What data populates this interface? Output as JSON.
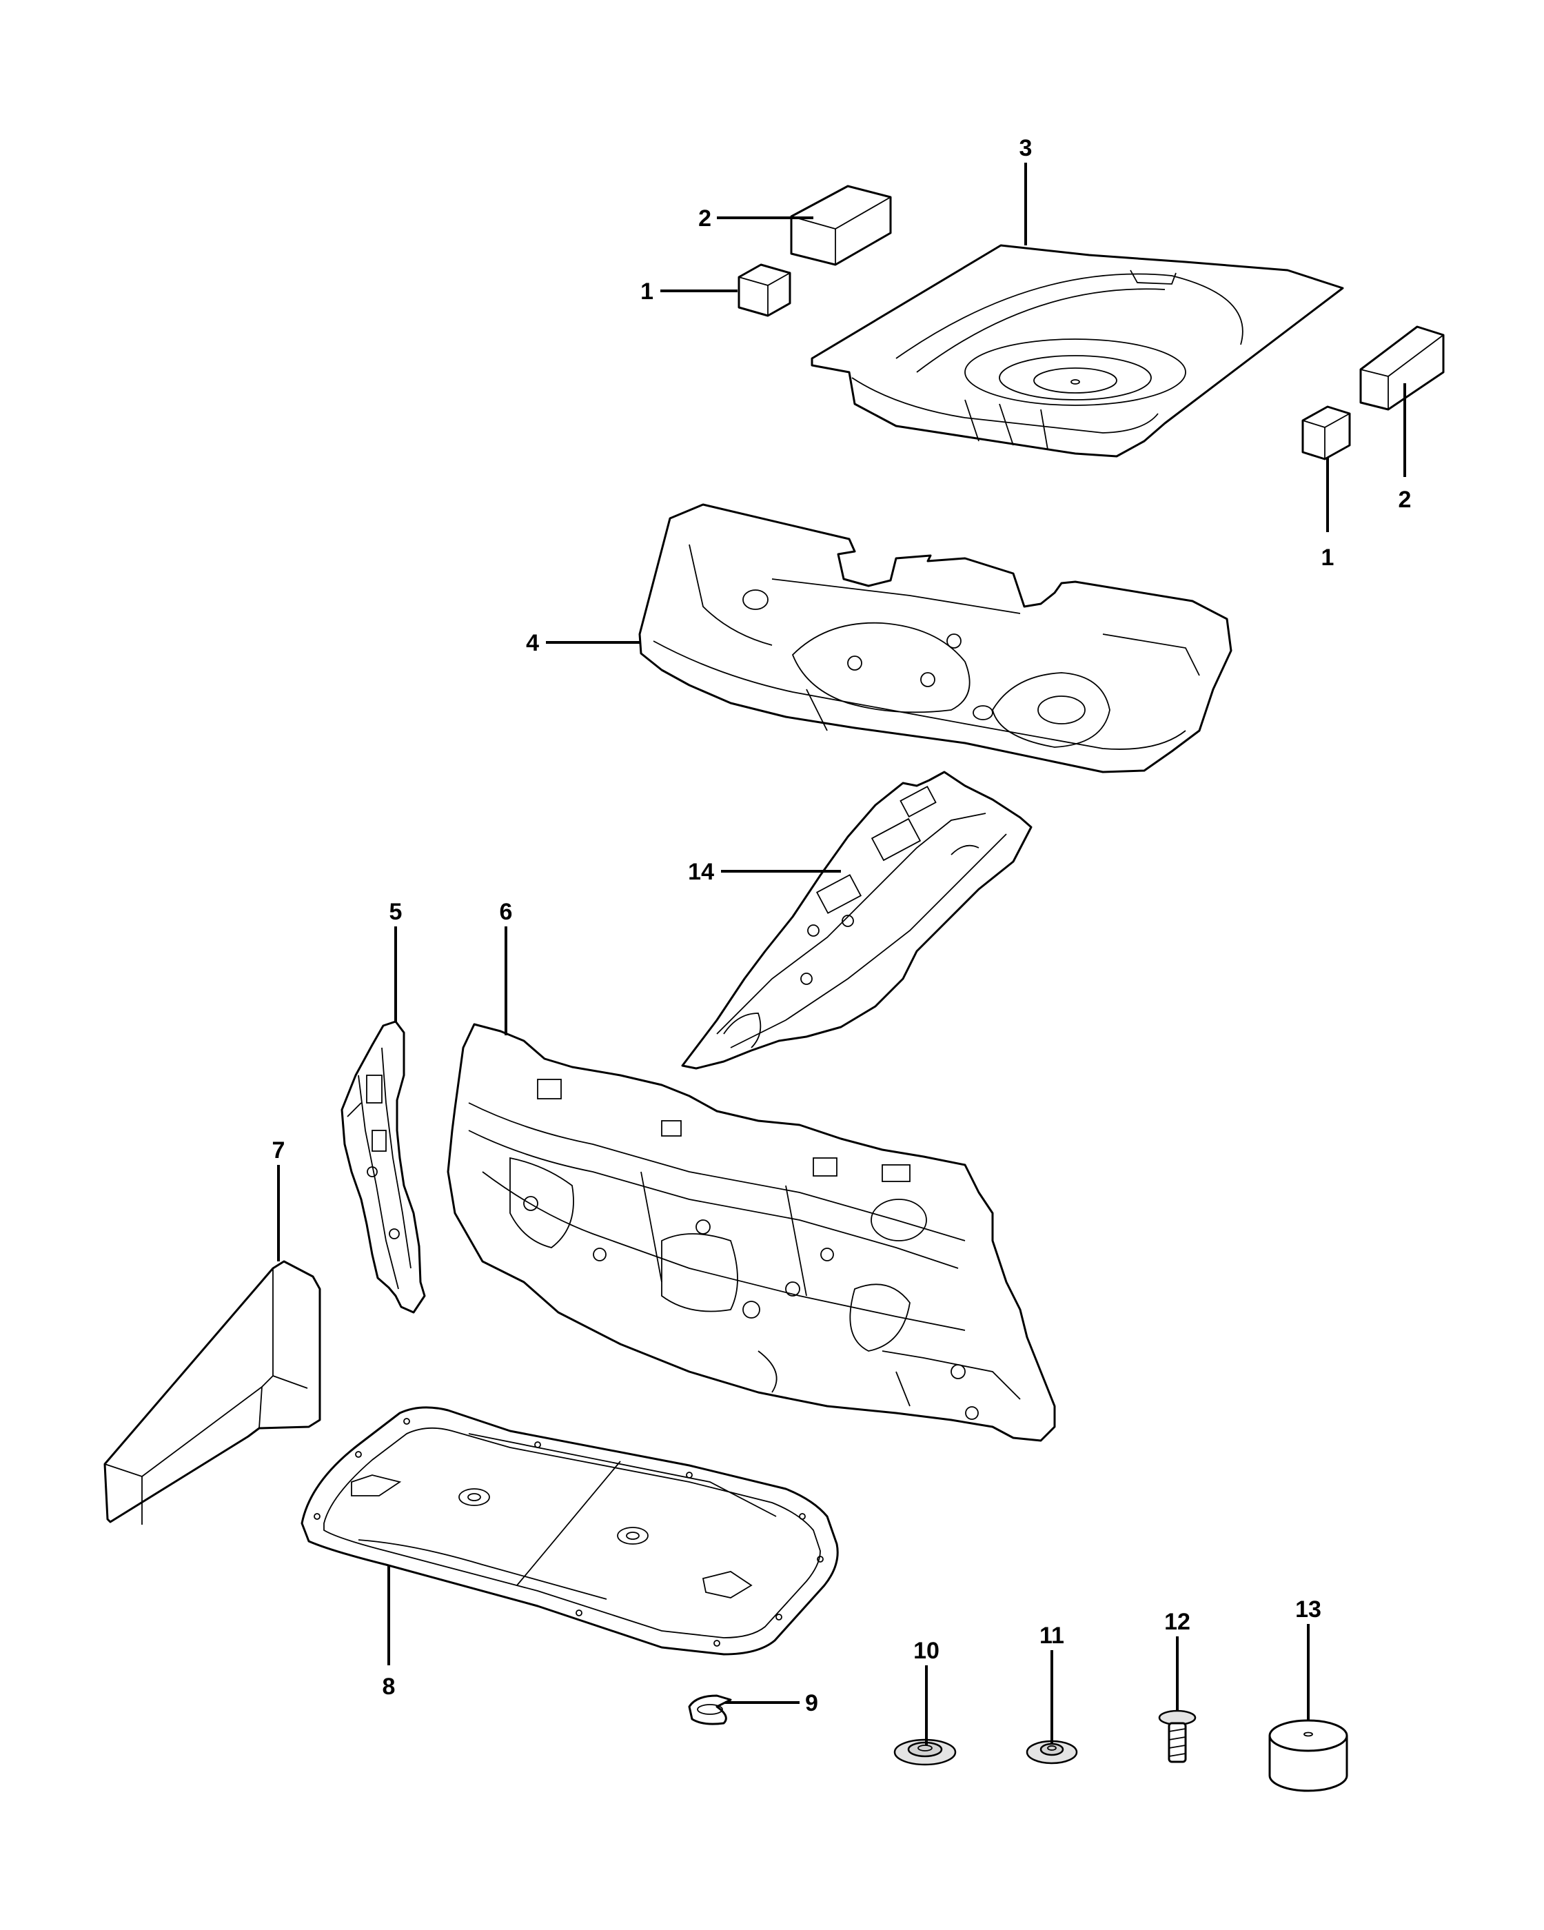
{
  "callouts": {
    "c1a": "1",
    "c2a": "2",
    "c3": "3",
    "c1b": "1",
    "c2b": "2",
    "c4": "4",
    "c14": "14",
    "c5": "5",
    "c6": "6",
    "c7": "7",
    "c8": "8",
    "c9": "9",
    "c10": "10",
    "c11": "11",
    "c12": "12",
    "c13": "13"
  }
}
